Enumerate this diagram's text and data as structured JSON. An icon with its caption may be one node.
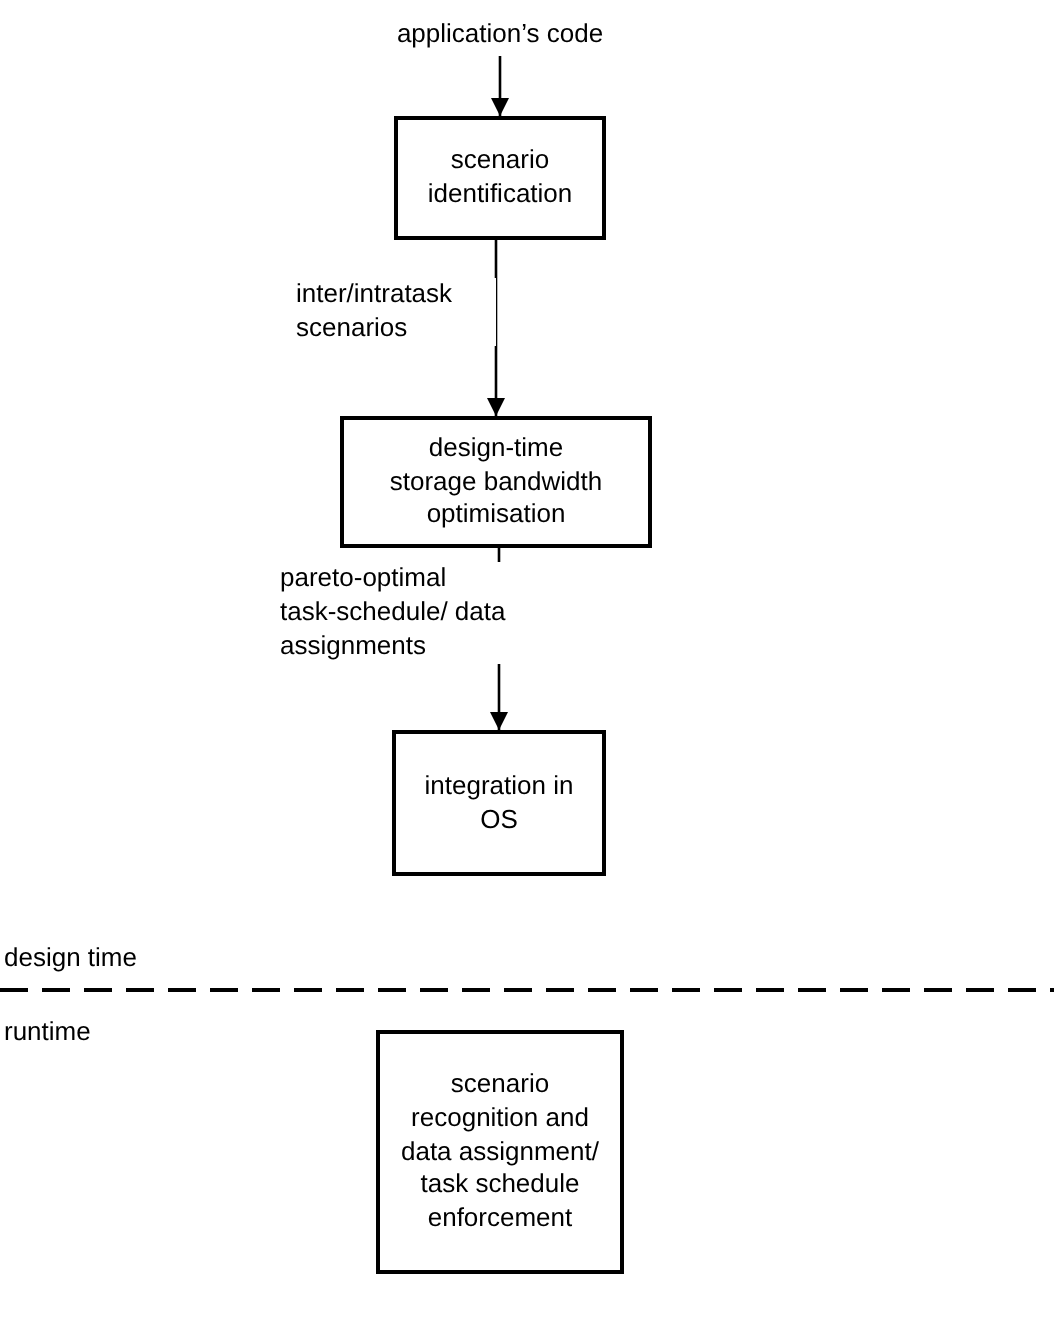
{
  "diagram": {
    "nodes": [
      {
        "text": [
          "application’s code"
        ]
      },
      {
        "text": [
          "scenario identification"
        ]
      },
      {
        "text": [
          "design-time storage bandwidth optimisation"
        ]
      },
      {
        "text": [
          "integration in OS"
        ]
      },
      {
        "text": [
          "scenario recognition and data assignment/ task schedule enforcement"
        ]
      }
    ],
    "edges": [
      {
        "from": 0,
        "to": 1,
        "arrow": "to"
      },
      {
        "from": 1,
        "to": 2,
        "arrow": "to",
        "label": "inter/intratask scenarios"
      },
      {
        "from": 2,
        "to": 3,
        "arrow": "to",
        "label": "pareto-optimal task-schedule/ data assignments"
      }
    ],
    "labels": [
      "design time",
      "runtime"
    ]
  }
}
